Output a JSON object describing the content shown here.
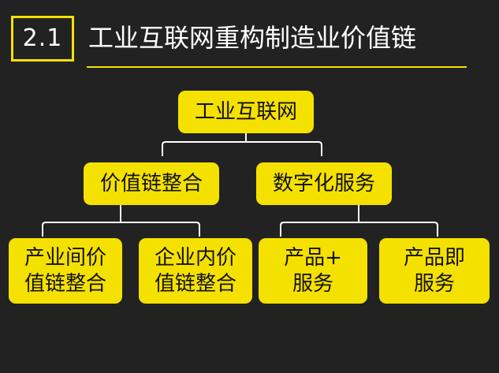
{
  "header": {
    "section_number": "2.1",
    "title": "工业互联网重构制造业价值链"
  },
  "diagram": {
    "root": "工业互联网",
    "level1": [
      "价值链整合",
      "数字化服务"
    ],
    "level2": [
      "产业间价\n值链整合",
      "企业内价\n值链整合",
      "产品+\n服务",
      "产品即\n服务"
    ]
  },
  "colors": {
    "background": "#222222",
    "accent": "#f5e100",
    "connector": "#ffffff",
    "title_text": "#ffffff",
    "node_text": "#111111"
  }
}
